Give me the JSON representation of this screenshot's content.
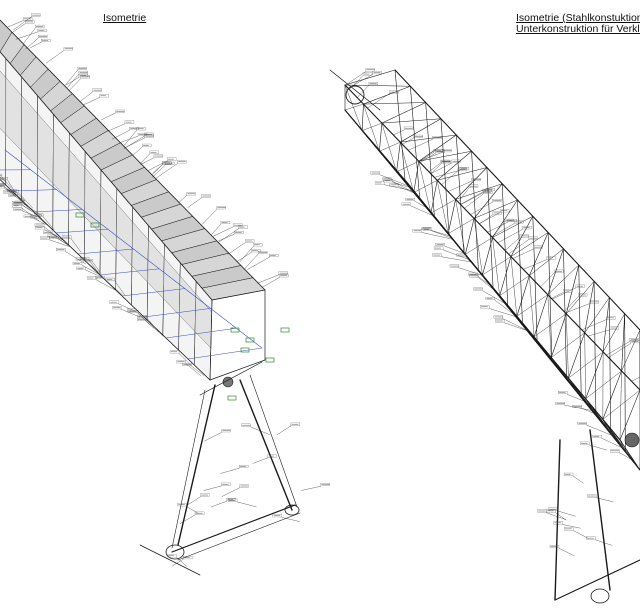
{
  "titles": {
    "left": "Isometrie",
    "right_line1": "Isometrie (Stahlkonstuktion oh",
    "right_line2": "Unterkonstruktion für Verkleidu"
  },
  "colors": {
    "lines": "#1a1a1a",
    "detail_green": "#2e8b2e",
    "detail_blue": "#3b4cc0",
    "panel_fill": "#c8c8c8"
  },
  "callouts": {
    "left_count": 90,
    "right_count": 70
  }
}
